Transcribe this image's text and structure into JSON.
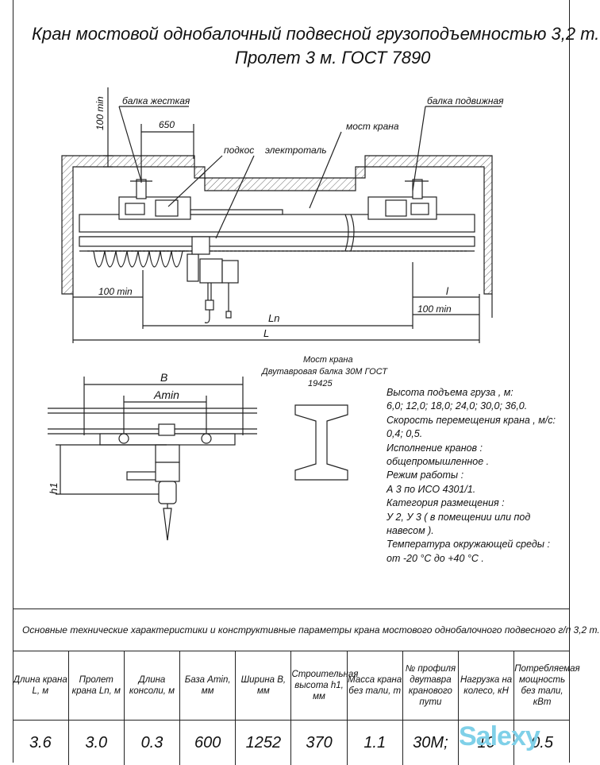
{
  "title": {
    "line1": "Кран мостовой однобалочный подвесной грузоподъемностью 3,2 т.",
    "line2": "Пролет 3 м. ГОСТ 7890"
  },
  "labels": {
    "dim_100min_vert": "100 min",
    "balka_zhestkaya": "балка жесткая",
    "dim_650": "650",
    "podkos": "подкос",
    "elektrotal": "электроталь",
    "most_krana": "мост крана",
    "balka_podvizhnaya": "балка подвижная",
    "dim_100min_left": "100 min",
    "dim_100min_right": "100 min",
    "dim_l": "l",
    "dim_Ln": "Ln",
    "dim_L": "L",
    "dim_B": "B",
    "dim_Amin": "Amin",
    "dim_h1": "h1",
    "beam_caption_1": "Мост крана",
    "beam_caption_2": "Двутавровая балка 30М ГОСТ",
    "beam_caption_3": "19425"
  },
  "specs": [
    "Высота подъема груза , м:",
    "6,0; 12,0; 18,0; 24,0; 30,0; 36,0.",
    "Скорость перемещения крана , м/с:",
    "0,4; 0,5.",
    "Исполнение кранов :",
    "общепромышленное .",
    "Режим работы :",
    "А 3 по ИСО 4301/1.",
    "Категория размещения :",
    "У 2, У 3 ( в помещении или под",
    "навесом ).",
    "Температура окружающей среды :",
    "от -20 °С до +40 °С ."
  ],
  "table": {
    "caption": "Основные технические характеристики и конструктивные параметры крана мостового однобалочного подвесного г/п 3,2 т.",
    "headers": [
      "Длина крана L, м",
      "Пролет крана Ln, м",
      "Длина консоли, м",
      "База Amin, мм",
      "Ширина B, мм",
      "Строительная высота h1, мм",
      "Масса крана без тали, т",
      "№ профиля двутавра кранового пути",
      "Нагрузка на колесо, кН",
      "Потребляемая мощность без тали, кВт"
    ],
    "values": [
      "3.6",
      "3.0",
      "0.3",
      "600",
      "1252",
      "370",
      "1.1",
      "30М;",
      "10",
      "0.5"
    ]
  },
  "watermark": "Salexy"
}
